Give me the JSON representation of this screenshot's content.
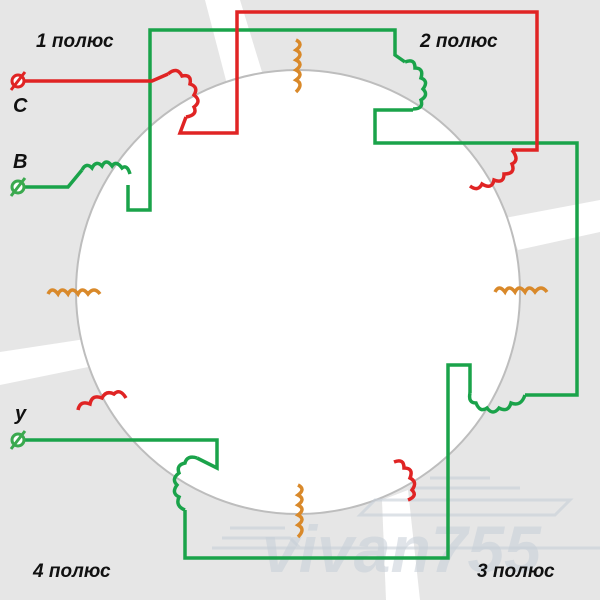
{
  "diagram": {
    "poles": [
      {
        "id": "pole-1",
        "label": "1 полюс"
      },
      {
        "id": "pole-2",
        "label": "2 полюс"
      },
      {
        "id": "pole-3",
        "label": "3 полюс"
      },
      {
        "id": "pole-4",
        "label": "4 полюс"
      }
    ],
    "terminals": [
      {
        "id": "terminal-c",
        "label": "С",
        "phase": "red"
      },
      {
        "id": "terminal-b",
        "label": "В",
        "phase": "green"
      },
      {
        "id": "terminal-y",
        "label": "у",
        "phase": "green"
      }
    ],
    "watermark": "vivan755",
    "colors": {
      "background": "#e6e6e6",
      "stator_hole": "#ffffff",
      "stator_edge": "#bdbdbd",
      "phase_red": "#e02424",
      "phase_green": "#1aa34a",
      "phase_orange": "#d9892a",
      "terminal_red": "#e02424",
      "terminal_green": "#3aa94e"
    }
  }
}
